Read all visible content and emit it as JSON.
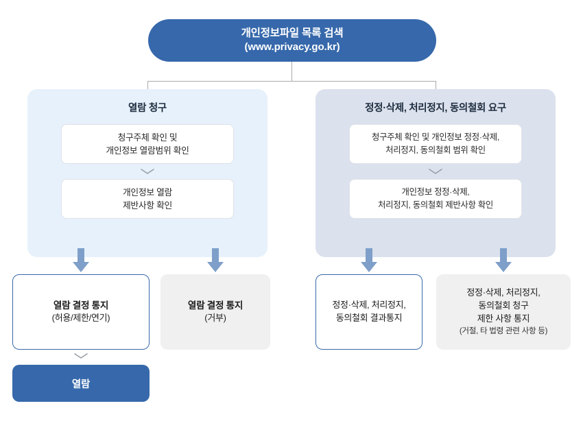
{
  "diagram": {
    "title_node": {
      "line1": "개인정보파일 목록 검색",
      "line2": "(www.privacy.go.kr)"
    },
    "columns": [
      {
        "id": "access-request",
        "title": "열람 청구",
        "steps": [
          {
            "lines": [
              "청구주체 확인 및",
              "개인정보 열람범위 확인"
            ]
          },
          {
            "lines": [
              "개인정보 열람",
              "제반사항 확인"
            ]
          }
        ],
        "outcomes": [
          {
            "style": "outlined",
            "lines": [
              {
                "text": "열람 결정 통지",
                "weight": "bold"
              },
              {
                "text": "(허용/제한/연기)",
                "weight": "normal"
              }
            ]
          },
          {
            "style": "filled",
            "lines": [
              {
                "text": "열람 결정 통지",
                "weight": "bold"
              },
              {
                "text": "(거부)",
                "weight": "normal"
              }
            ]
          }
        ]
      },
      {
        "id": "correction-request",
        "title": "정정·삭제, 처리정지, 동의철회 요구",
        "steps": [
          {
            "lines": [
              "청구주체 확인 및 개인정보 정정·삭제,",
              "처리정지, 동의철회 범위 확인"
            ]
          },
          {
            "lines": [
              "개인정보 정정·삭제,",
              "처리정지, 동의철회 제반사항 확인"
            ]
          }
        ],
        "outcomes": [
          {
            "style": "outlined",
            "lines": [
              {
                "text": "정정·삭제, 처리정지,",
                "weight": "normal"
              },
              {
                "text": "동의철회 결과통지",
                "weight": "normal"
              }
            ]
          },
          {
            "style": "filled",
            "lines": [
              {
                "text": "정정·삭제, 처리정지,",
                "weight": "normal"
              },
              {
                "text": "동의철회 청구",
                "weight": "normal"
              },
              {
                "text": "제한 사항 통지",
                "weight": "normal"
              },
              {
                "text": "(거절, 타 법령 관련 사항 등)",
                "weight": "small"
              }
            ]
          }
        ]
      }
    ],
    "final_node": {
      "label": "열람"
    },
    "colors": {
      "brand_blue": "#3668ab",
      "panel_left_bg": "#e6f1fb",
      "panel_right_bg": "#dbe1ed",
      "arrow_blue": "#7e9fc9",
      "neutral_box_bg": "#f0f0f0",
      "connector_gray": "#a9a9a9",
      "step_border": "#dfe3e8"
    }
  }
}
